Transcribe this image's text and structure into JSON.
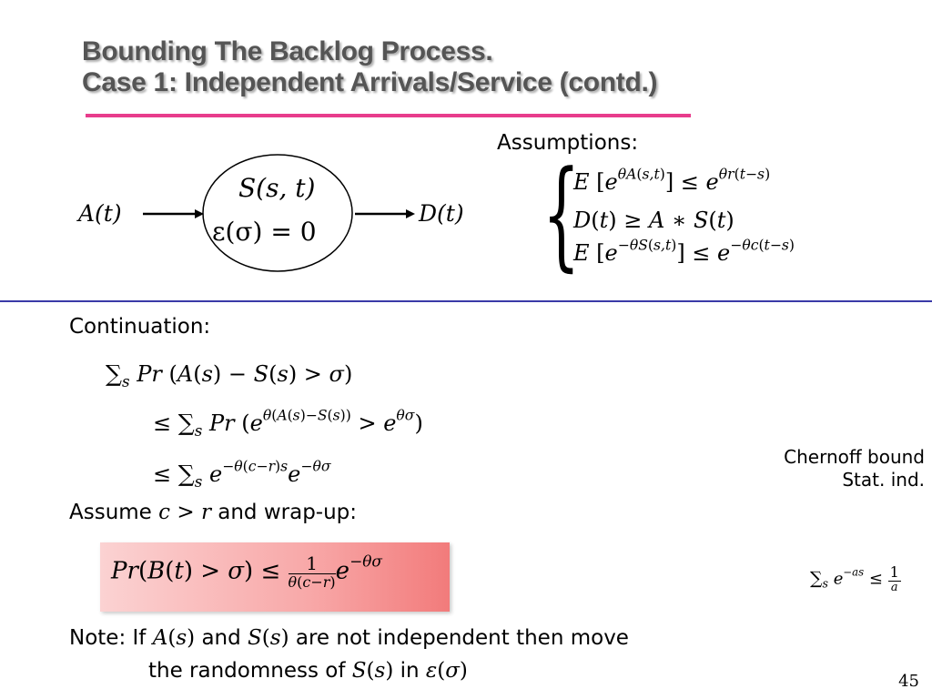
{
  "slide": {
    "title_line1": "Bounding The Backlog Process.",
    "title_line2": "Case 1: Independent Arrivals/Service (contd.)",
    "page_number": "45"
  },
  "diagram": {
    "input_label": "A(t)",
    "output_label": "D(t)",
    "node_line1": "S(s, t)",
    "node_line2": "ε(σ) = 0"
  },
  "assumptions": {
    "heading": "Assumptions:"
  },
  "continuation": {
    "heading": "Continuation:",
    "annotation_chernoff": "Chernoff bound",
    "annotation_stat": "Stat.  ind.",
    "assume_text_pre": "Assume",
    "assume_text_post": "and wrap-up:"
  },
  "note": {
    "label": "Note:",
    "line1_if": "If",
    "line1_and": "and",
    "line1_rest": "are not independent",
    "line1_then": "then move",
    "line2_pre": "the randomness of",
    "line2_in": "in"
  },
  "colors": {
    "title": "#555555",
    "pink_rule": "#e83c8c",
    "blue_rule": "#3a3aa8",
    "box_gradient_end": "#f27b7b"
  }
}
